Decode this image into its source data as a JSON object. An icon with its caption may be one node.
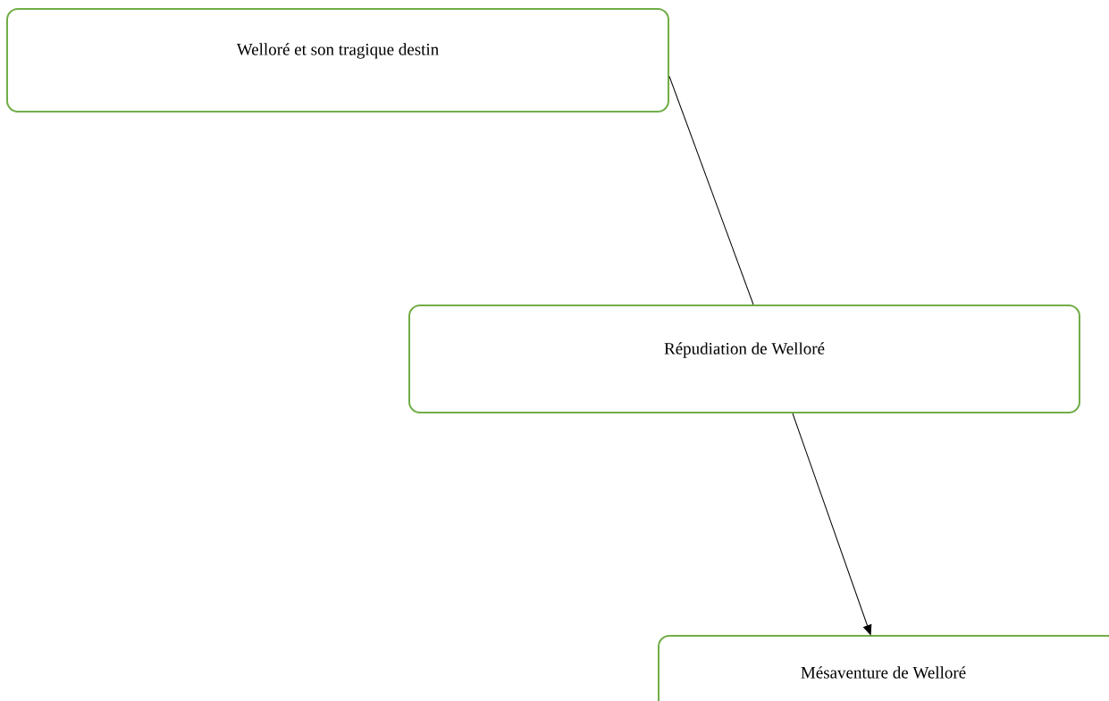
{
  "diagram": {
    "nodes": [
      {
        "text": [
          "Welloré et son tragique destin"
        ]
      },
      {
        "text": [
          "Répudiation de Welloré"
        ]
      },
      {
        "text": [
          "Mésaventure de Welloré"
        ]
      }
    ],
    "edges": [
      {
        "from": 0,
        "to": 1,
        "arrow": "none"
      },
      {
        "from": 1,
        "to": 2,
        "arrow": "to"
      }
    ]
  }
}
